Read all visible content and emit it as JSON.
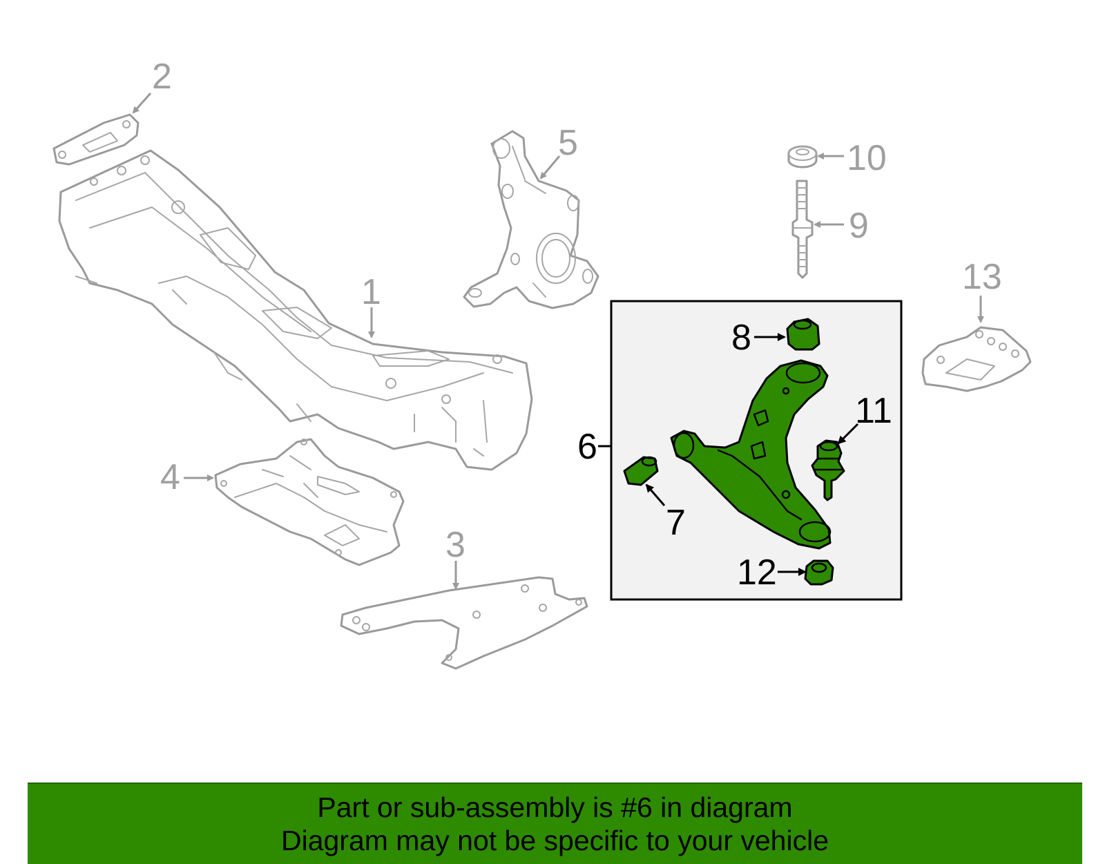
{
  "callouts": {
    "c1": "1",
    "c2": "2",
    "c3": "3",
    "c4": "4",
    "c5": "5",
    "c6": "6",
    "c7": "7",
    "c8": "8",
    "c9": "9",
    "c10": "10",
    "c11": "11",
    "c12": "12",
    "c13": "13"
  },
  "footer": {
    "line1": "Part or sub-assembly is #6 in diagram",
    "line2": "Diagram may not be specific to your vehicle"
  },
  "colors": {
    "highlight": "#2e8b00",
    "outline_gray": "#9a9a9a",
    "outline_black": "#000000",
    "background": "#ffffff"
  }
}
